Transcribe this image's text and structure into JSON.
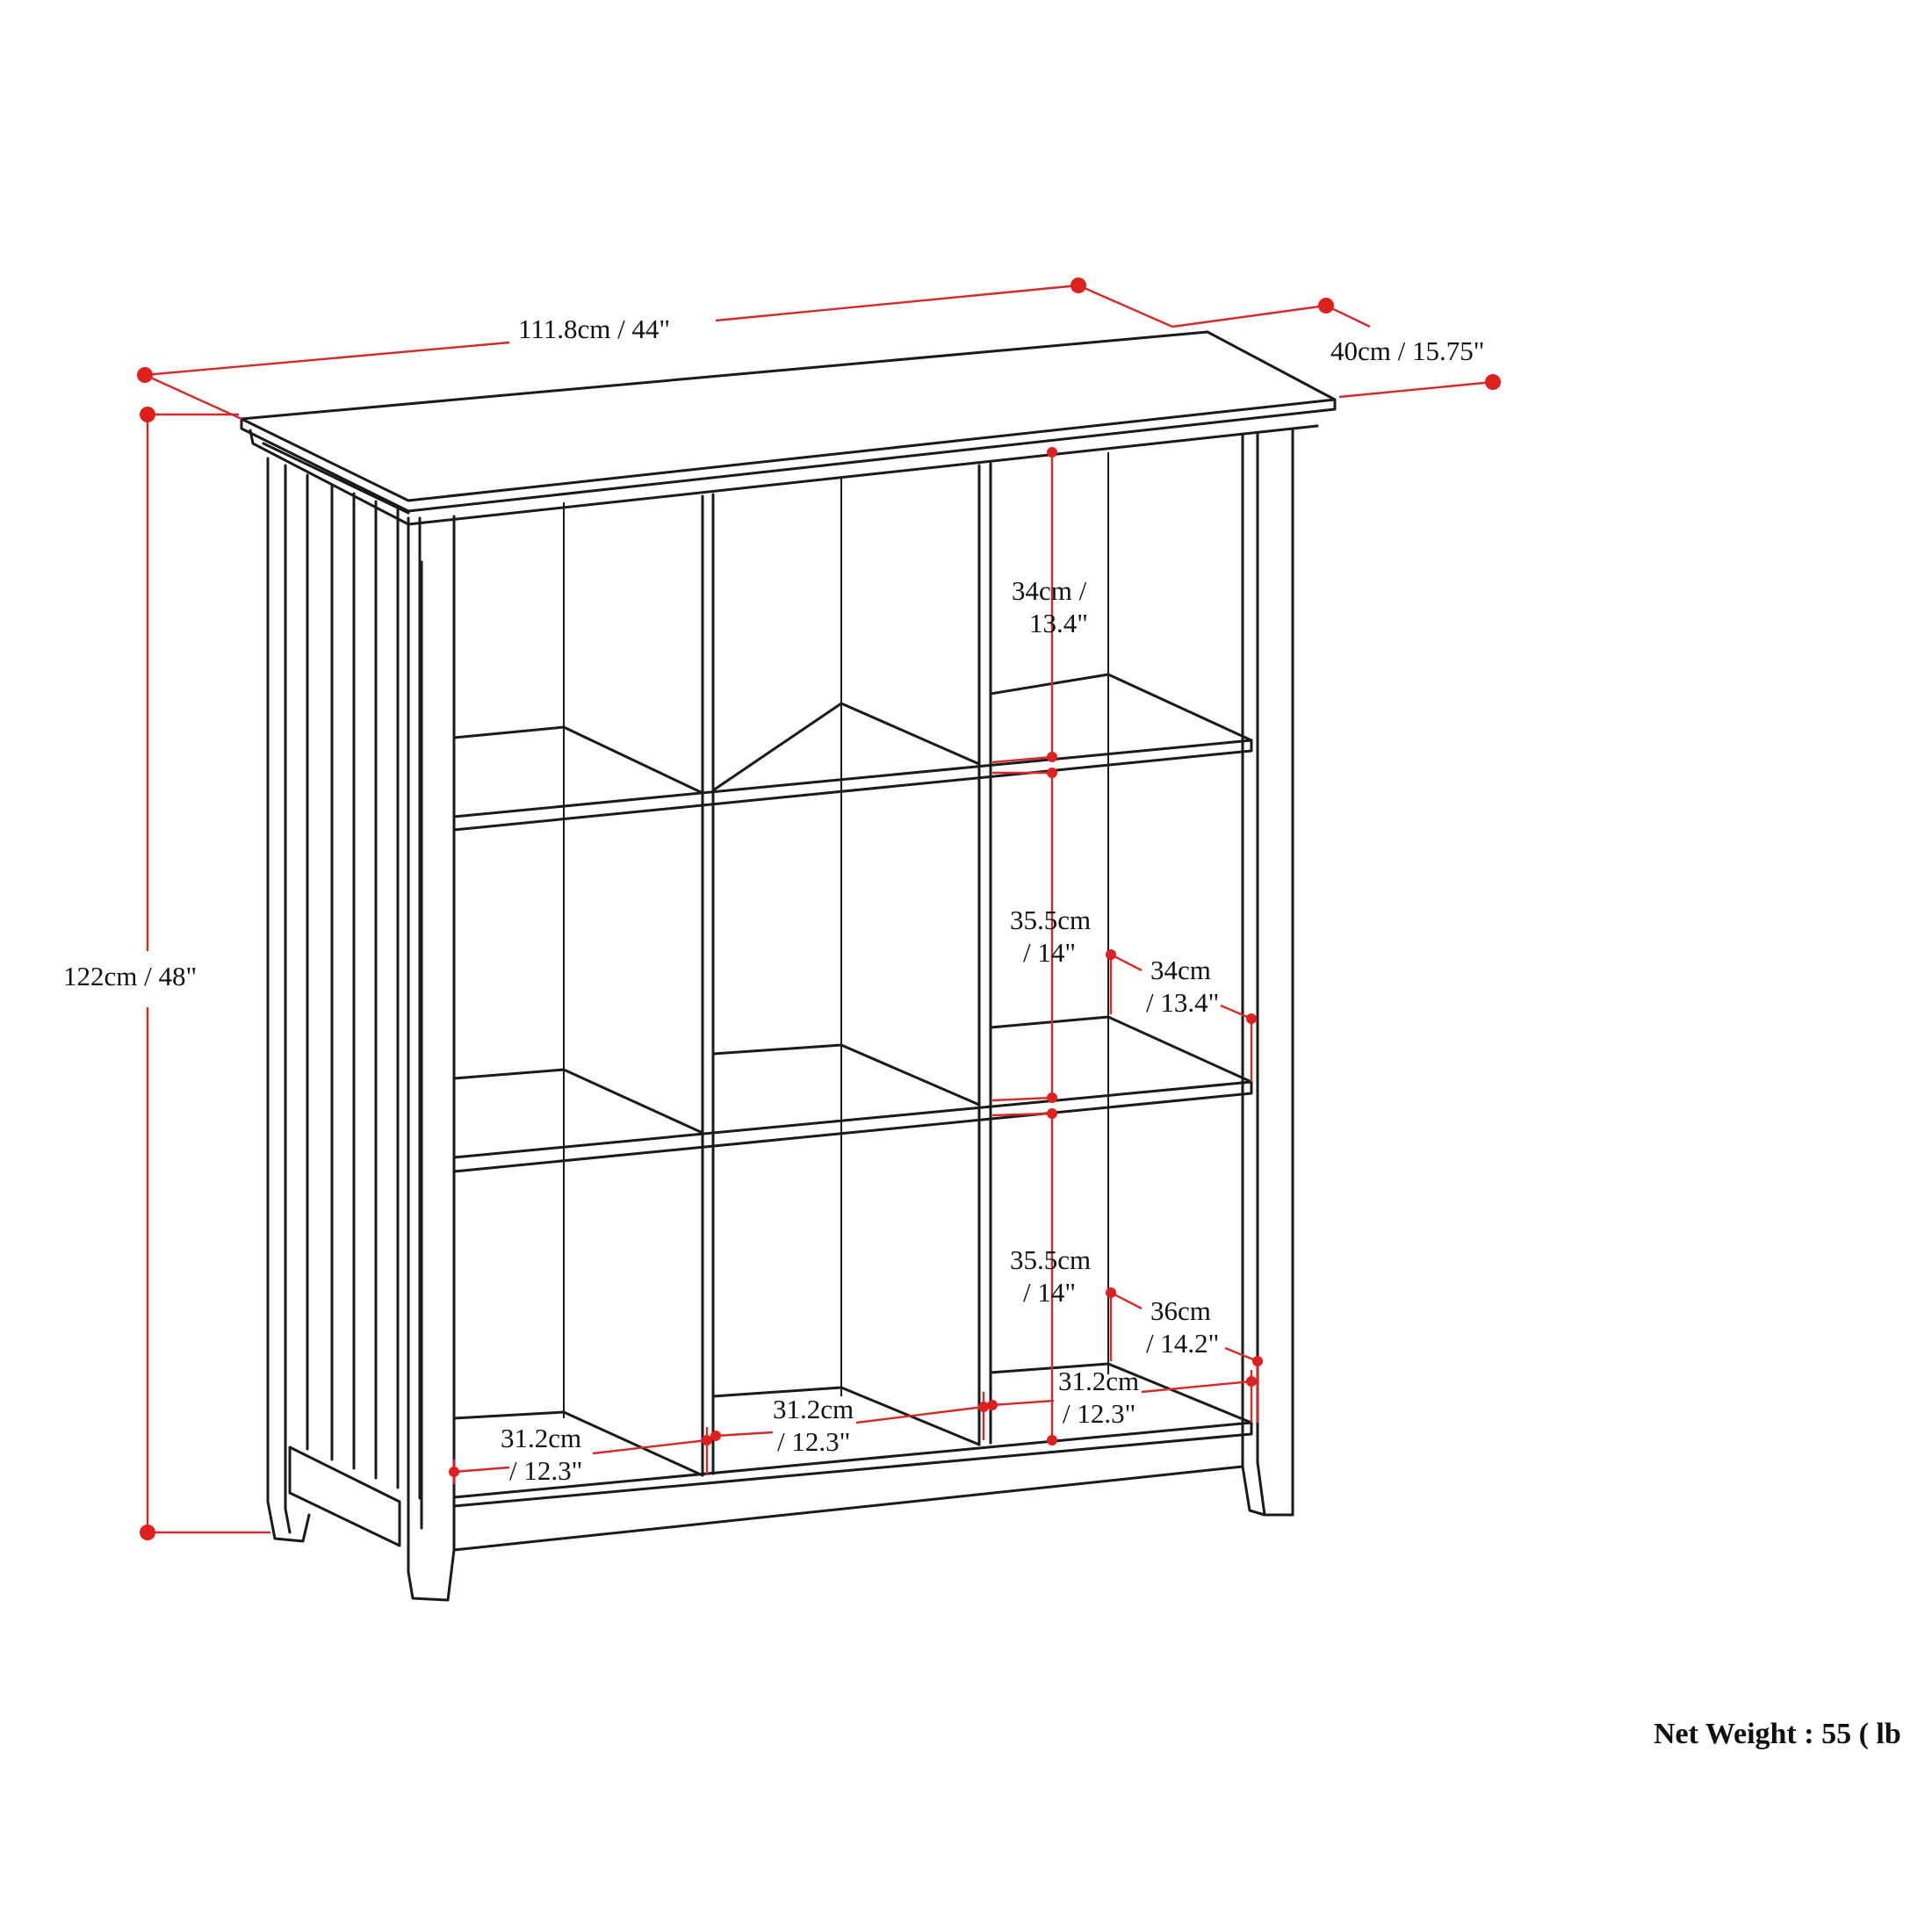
{
  "dimensions": {
    "width": "111.8cm / 44\"",
    "depth": "40cm / 15.75\"",
    "height": "122cm / 48\"",
    "top_cubby_height_1": "34cm /",
    "top_cubby_height_2": "13.4\"",
    "middle_cubby_height_1": "35.5cm",
    "middle_cubby_height_2": "/ 14\"",
    "middle_cubby_depth_1": "34cm",
    "middle_cubby_depth_2": "/ 13.4\"",
    "bottom_cubby_height_1": "35.5cm",
    "bottom_cubby_height_2": "/ 14\"",
    "bottom_cubby_depth_1": "36cm",
    "bottom_cubby_depth_2": "/ 14.2\"",
    "left_cubby_width_1": "31.2cm",
    "left_cubby_width_2": "/ 12.3\"",
    "center_cubby_width_1": "31.2cm",
    "center_cubby_width_2": "/ 12.3\"",
    "right_cubby_width_1": "31.2cm",
    "right_cubby_width_2": "/ 12.3\""
  },
  "net_weight": "Net Weight : 55 ( lb",
  "colors": {
    "outline": "#1a1a1a",
    "dimension": "#e01f1f",
    "background": "#ffffff"
  }
}
